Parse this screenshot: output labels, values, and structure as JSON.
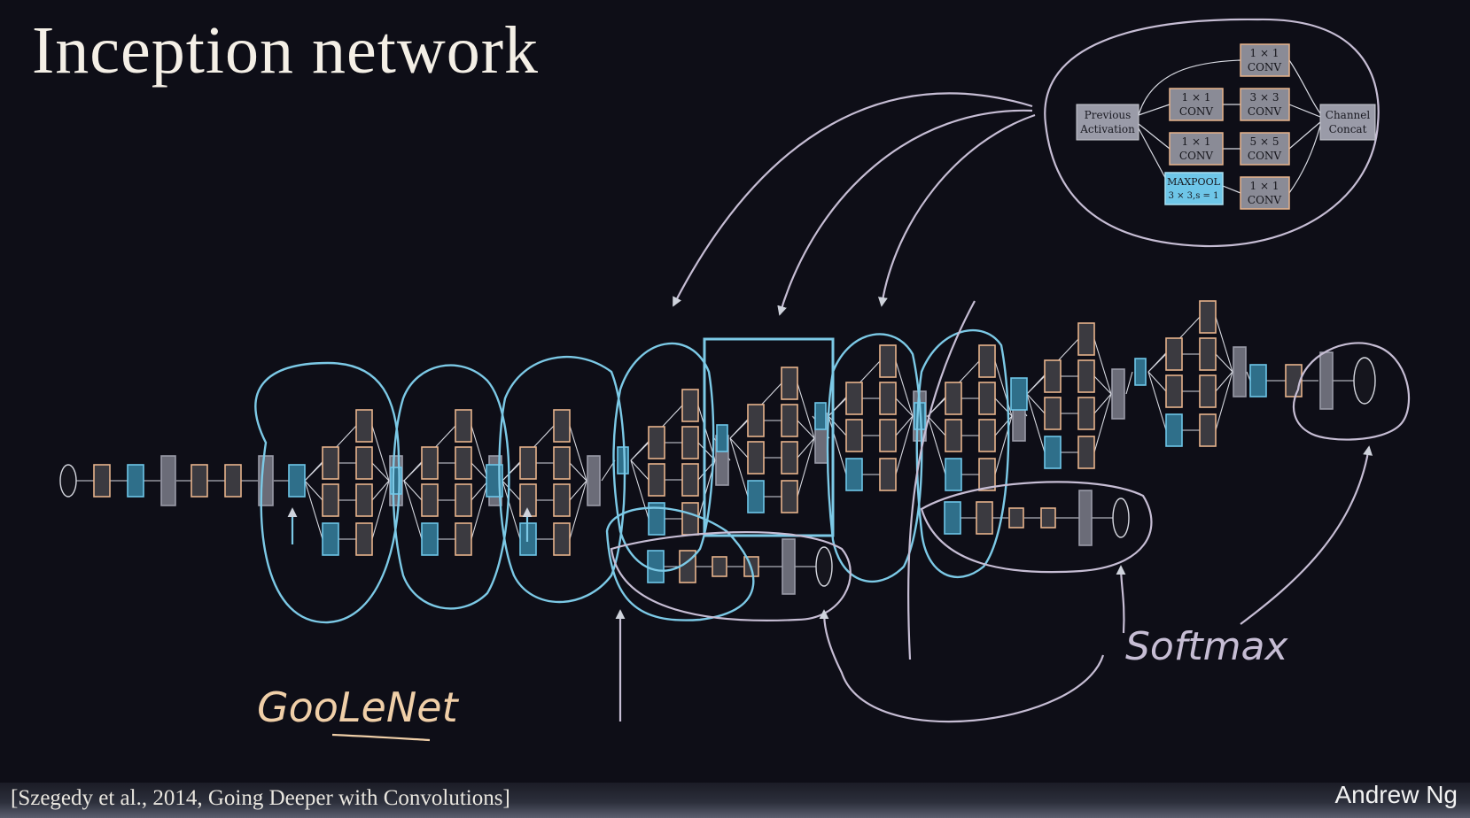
{
  "title": "Inception network",
  "citation": "[Szegedy et al., 2014, Going Deeper with Convolutions]",
  "author": "Andrew Ng",
  "annotations": {
    "googlenet": "GooLeNet",
    "softmax": "Softmax"
  },
  "inset": {
    "input": [
      "Previous",
      "Activation"
    ],
    "output": [
      "Channel",
      "Concat"
    ],
    "branches": [
      {
        "first": [
          "1 × 1",
          "CONV"
        ],
        "second": null
      },
      {
        "first": [
          "1 × 1",
          "CONV"
        ],
        "second": [
          "3 × 3",
          "CONV"
        ]
      },
      {
        "first": [
          "1 × 1",
          "CONV"
        ],
        "second": [
          "5 × 5",
          "CONV"
        ]
      },
      {
        "first": [
          "MAXPOOL",
          "3 × 3,s = 1"
        ],
        "second": [
          "1 × 1",
          "CONV"
        ],
        "first_style": "pool"
      }
    ]
  },
  "colors": {
    "background": "#0e0e17",
    "conv": "#e7b38c",
    "pool": "#6ec6e8",
    "concat": "#9a9ba8",
    "ink_blue": "#7cc9e6",
    "ink_lilac": "#c6bdd4",
    "ink_peach": "#f0cfa8"
  }
}
